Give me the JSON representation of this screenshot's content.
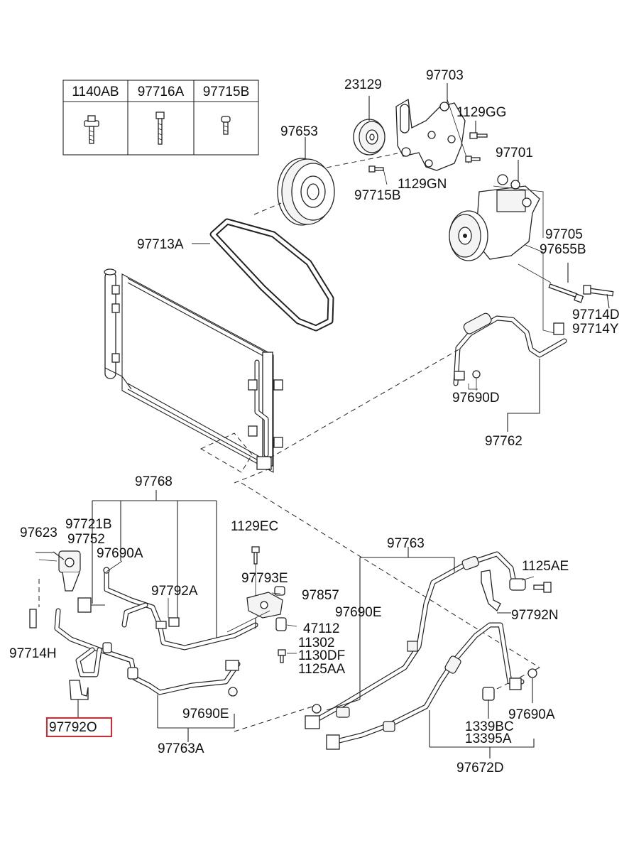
{
  "fastener_table": {
    "headers": [
      "1140AB",
      "97716A",
      "97715B"
    ],
    "icons": [
      "flange-bolt-icon",
      "long-bolt-icon",
      "short-screw-icon"
    ]
  },
  "labels": {
    "l23129": "23129",
    "l97703": "97703",
    "l1129GG": "1129GG",
    "l97653": "97653",
    "l97701": "97701",
    "l1129GN": "1129GN",
    "l97715B_top": "97715B",
    "l97713A": "97713A",
    "l97705": "97705",
    "l97655B": "97655B",
    "l97714D": "97714D",
    "l97714Y": "97714Y",
    "l97690D": "97690D",
    "l97762": "97762",
    "l97768": "97768",
    "l97721B": "97721B",
    "l97623": "97623",
    "l97752": "97752",
    "l97690A_left": "97690A",
    "l1129EC": "1129EC",
    "l97763": "97763",
    "l1125AE": "1125AE",
    "l97793E": "97793E",
    "l97857": "97857",
    "l97792A": "97792A",
    "l97792N": "97792N",
    "l47112": "47112",
    "l97690E_right": "97690E",
    "l11302": "11302",
    "l1130DF": "1130DF",
    "l1125AA": "1125AA",
    "l97714H": "97714H",
    "l97792O": "97792O",
    "l97690E_bottom": "97690E",
    "l97690A_right": "97690A",
    "l1339BC": "1339BC",
    "l13395A": "13395A",
    "l97763A": "97763A",
    "l97672D": "97672D"
  },
  "highlight": {
    "color": "#e0242b",
    "target": "97792O"
  }
}
